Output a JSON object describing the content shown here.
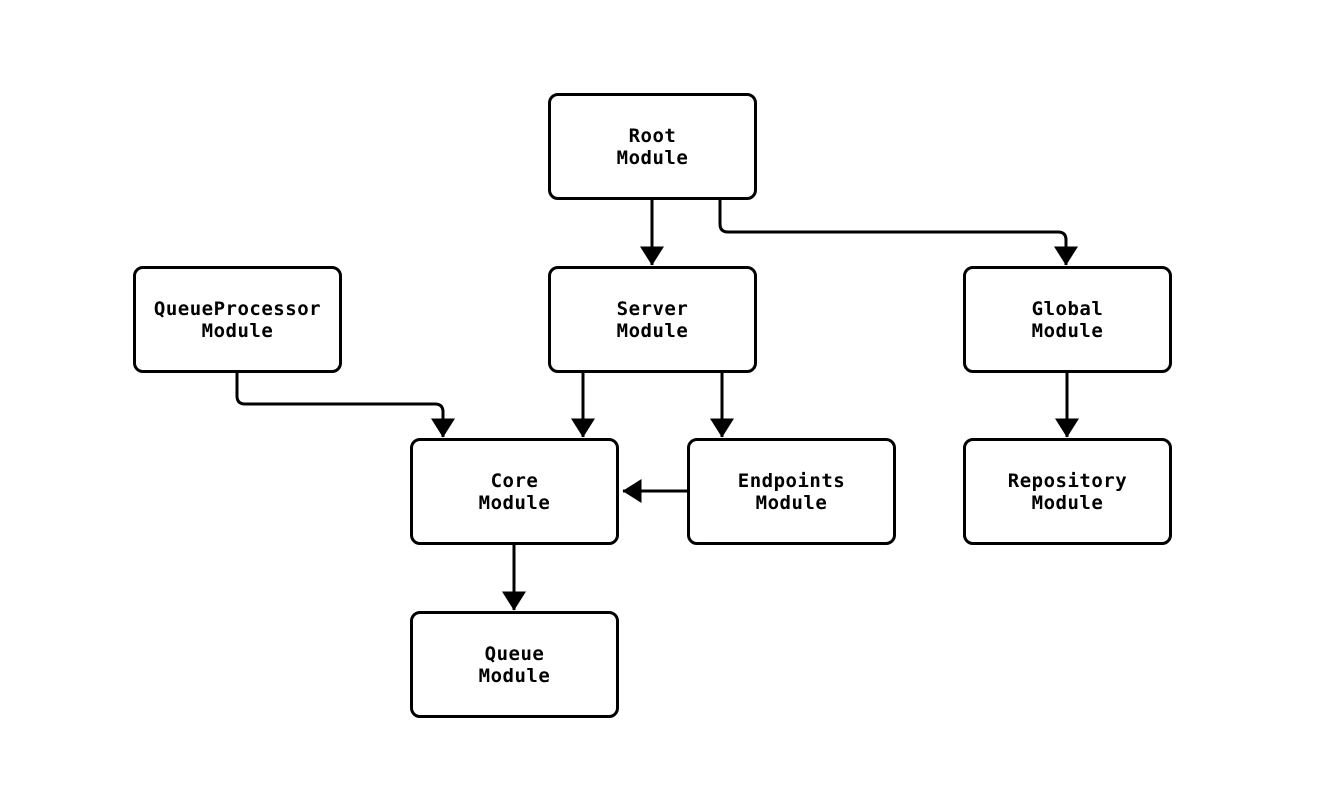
{
  "diagram": {
    "type": "flowchart",
    "background": "#ffffff",
    "colors": {
      "node_border": "#000000",
      "node_fill": "#ffffff",
      "text": "#000000",
      "arrow": "#000000"
    },
    "nodes": [
      {
        "id": "root",
        "label": "Root\nModule"
      },
      {
        "id": "queueprocessor",
        "label": "QueueProcessor\nModule"
      },
      {
        "id": "server",
        "label": "Server\nModule"
      },
      {
        "id": "global",
        "label": "Global\nModule"
      },
      {
        "id": "core",
        "label": "Core\nModule"
      },
      {
        "id": "endpoints",
        "label": "Endpoints\nModule"
      },
      {
        "id": "repository",
        "label": "Repository\nModule"
      },
      {
        "id": "queue",
        "label": "Queue\nModule"
      }
    ],
    "edges": [
      {
        "from": "root",
        "to": "server"
      },
      {
        "from": "root",
        "to": "global"
      },
      {
        "from": "queueprocessor",
        "to": "core"
      },
      {
        "from": "server",
        "to": "core"
      },
      {
        "from": "server",
        "to": "endpoints"
      },
      {
        "from": "endpoints",
        "to": "core"
      },
      {
        "from": "global",
        "to": "repository"
      },
      {
        "from": "core",
        "to": "queue"
      }
    ]
  }
}
